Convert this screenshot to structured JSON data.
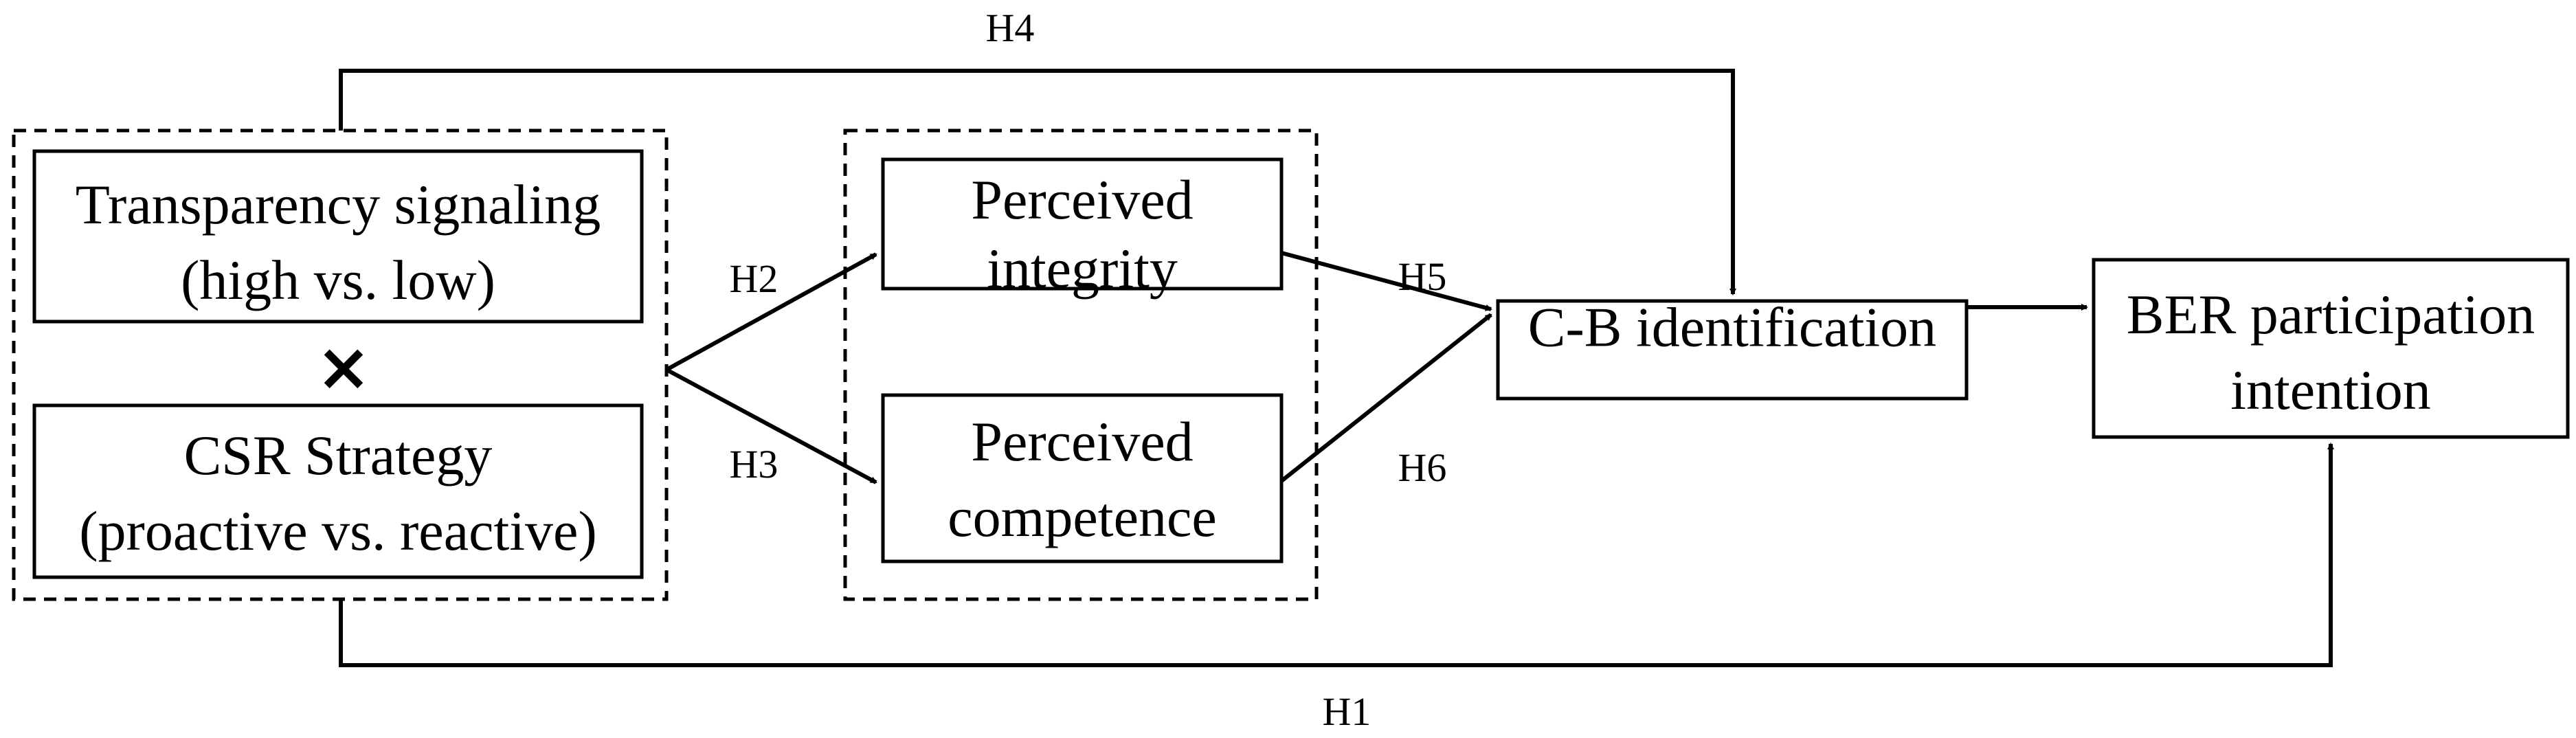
{
  "nodes": {
    "transparency": {
      "line1": "Transparency signaling",
      "line2": "(high vs. low)"
    },
    "interaction_symbol": "×",
    "csr": {
      "line1": "CSR Strategy",
      "line2": "(proactive vs. reactive)"
    },
    "integrity": {
      "line1": "Perceived",
      "line2": "integrity"
    },
    "competence": {
      "line1": "Perceived",
      "line2": "competence"
    },
    "identification": {
      "label": "C-B identification"
    },
    "participation": {
      "line1": "BER participation",
      "line2": "intention"
    }
  },
  "paths": {
    "h1": "H1",
    "h2": "H2",
    "h3": "H3",
    "h4": "H4",
    "h5": "H5",
    "h6": "H6"
  },
  "colors": {
    "line": "#000000",
    "box_fill": "#ffffff",
    "background": "#ffffff"
  }
}
